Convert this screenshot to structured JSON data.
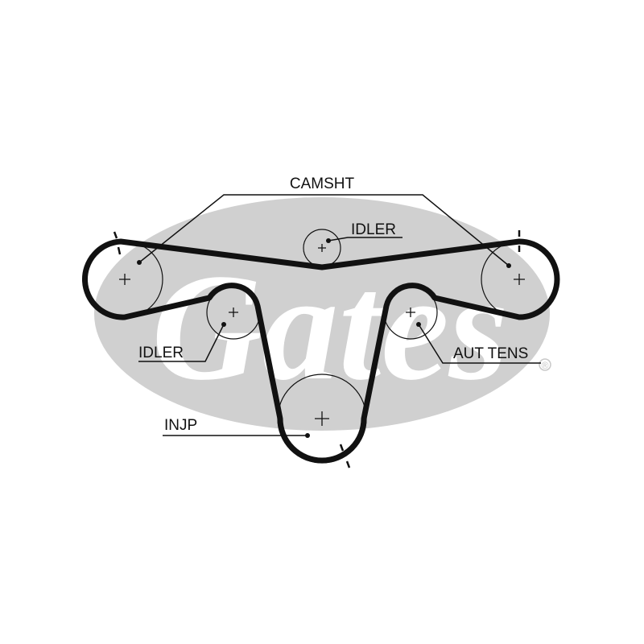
{
  "colors": {
    "background": "#ffffff",
    "watermark": "#cfcfcf",
    "ink": "#111111"
  },
  "watermark": {
    "text": "Gates",
    "mark": "®"
  },
  "labels": {
    "camshaft": "CAMSHT",
    "idler_top": "IDLER",
    "idler_left": "IDLER",
    "tensioner": "AUT TENS",
    "injection_pump": "INJP"
  }
}
